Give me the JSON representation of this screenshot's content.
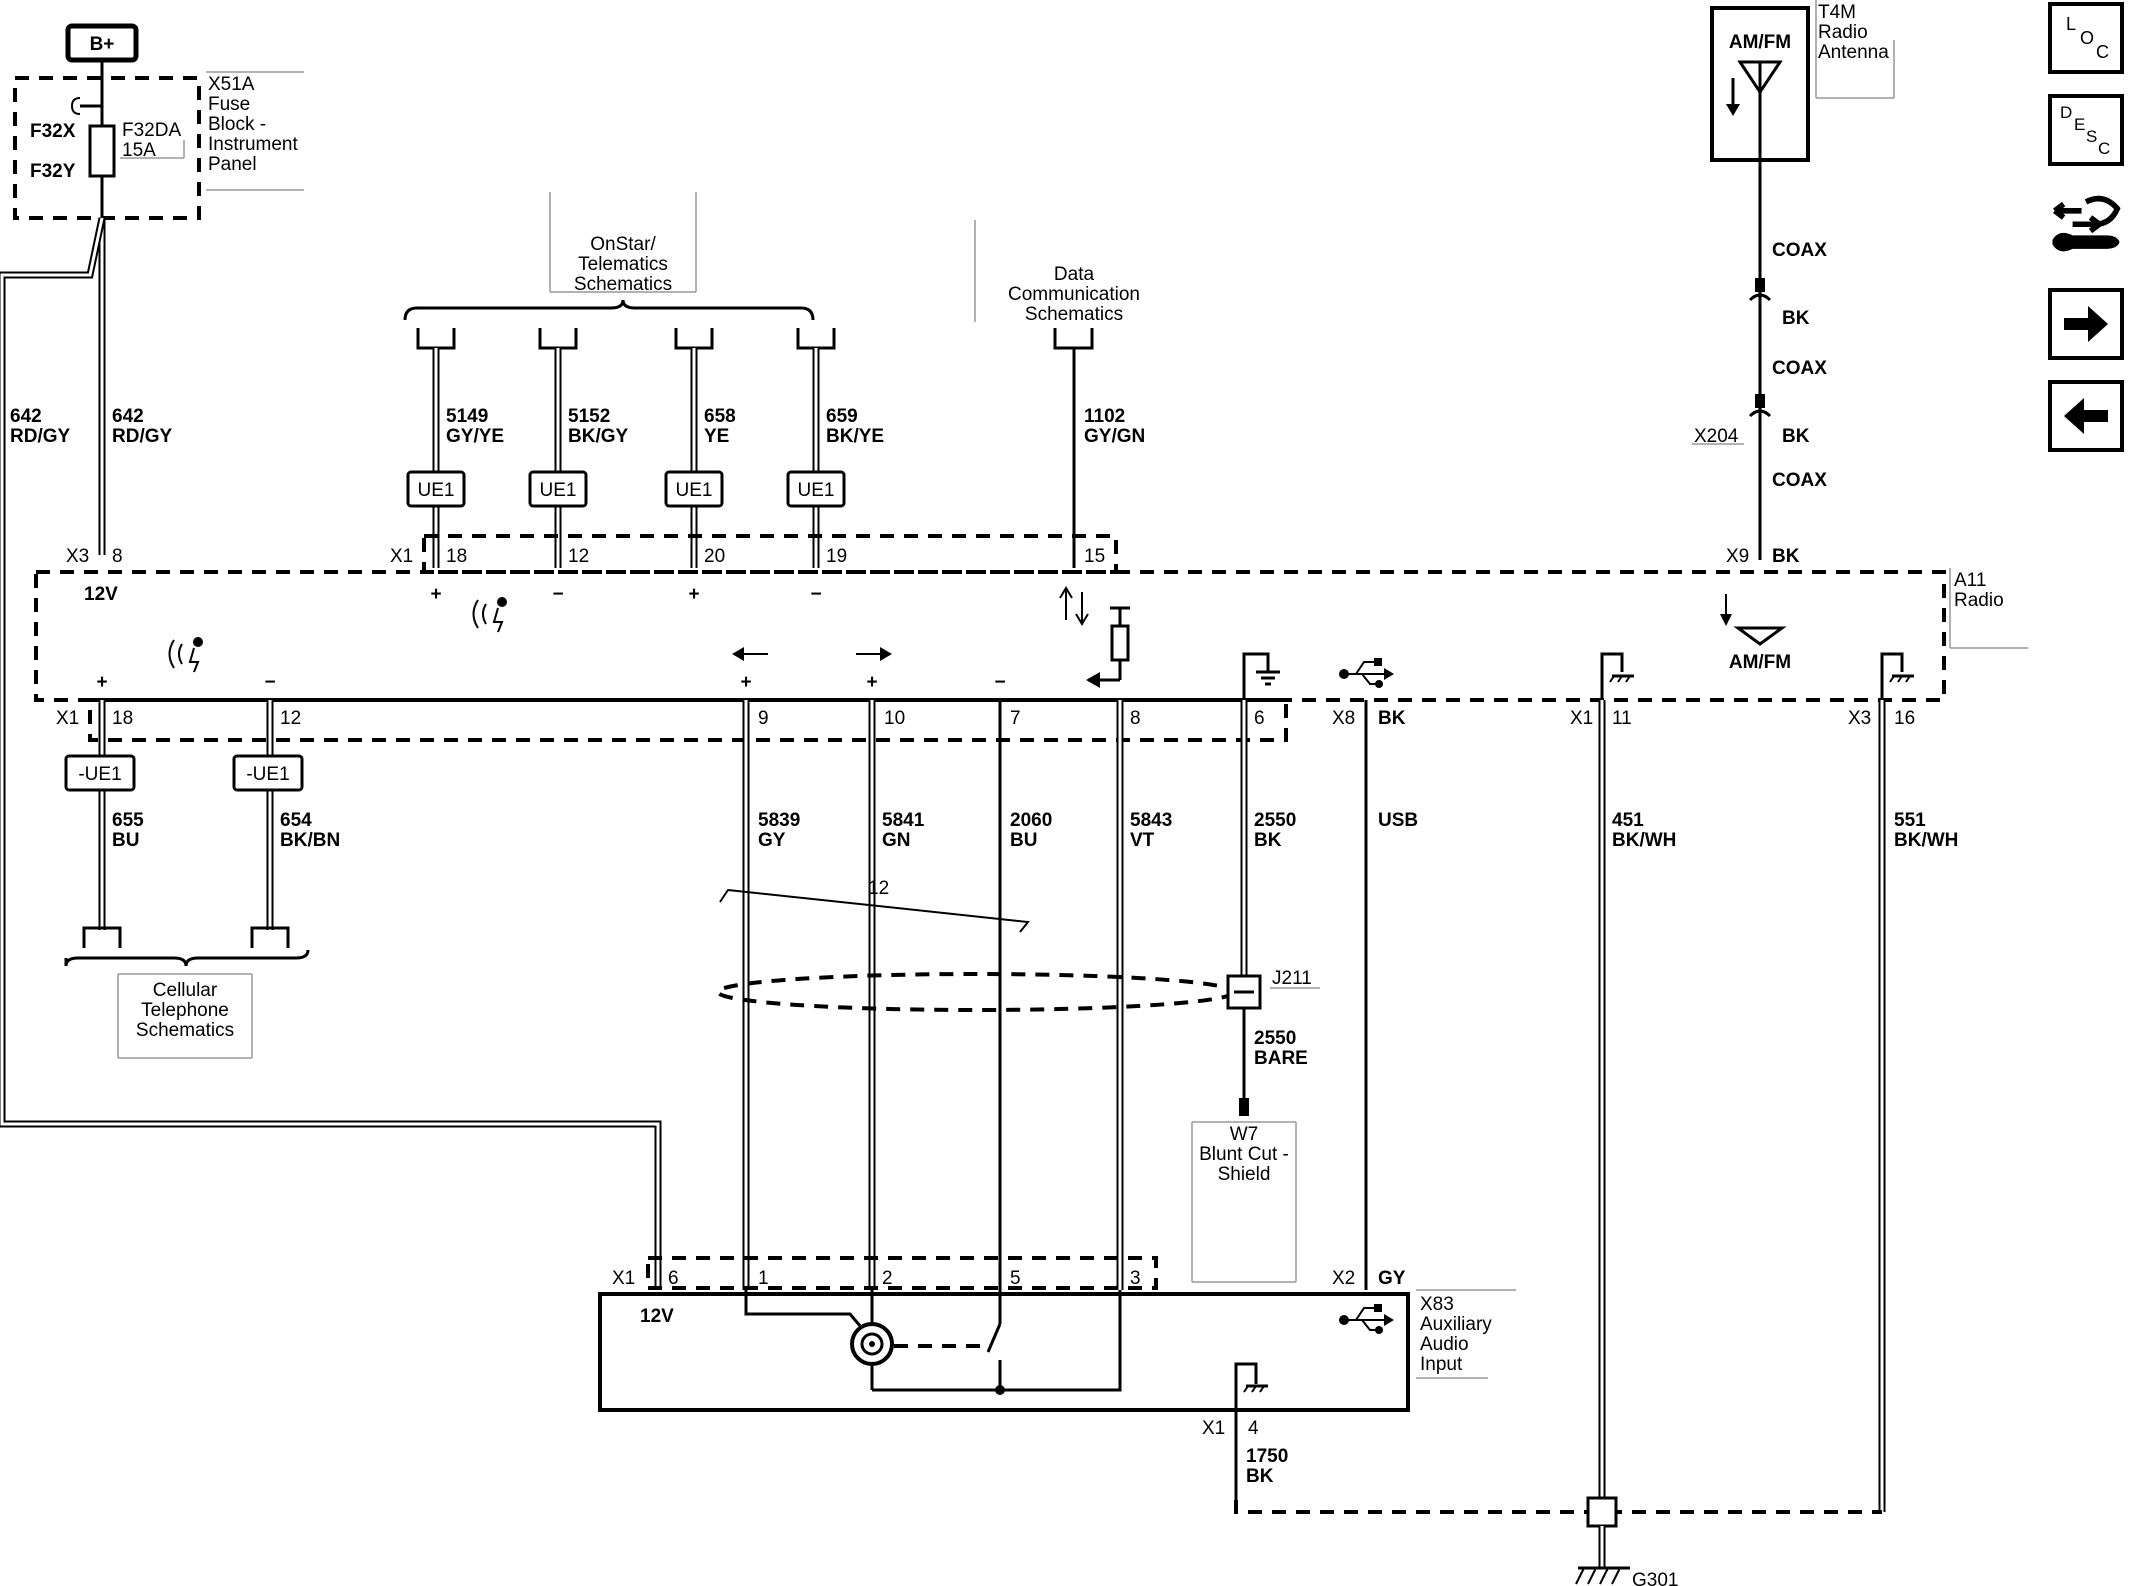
{
  "nav": {
    "loc_letters": [
      "L",
      "O",
      "C"
    ],
    "desc_letters": [
      "D",
      "E",
      "S",
      "C"
    ]
  },
  "power": {
    "label": "B+"
  },
  "fuse_block": {
    "fuses": [
      "F32X",
      "F32Y"
    ],
    "fuse_id": "F32DA",
    "rating": "15A",
    "id": "X51A",
    "name_lines": [
      "Fuse",
      "Block -",
      "Instrument",
      "Panel"
    ]
  },
  "antenna": {
    "box_label": "AM/FM",
    "id": "T4M",
    "name_lines": [
      "Radio",
      "Antenna"
    ],
    "coax1": "COAX",
    "bk1": "BK",
    "coax2": "COAX",
    "connector": "X204",
    "bk2": "BK",
    "coax3": "COAX"
  },
  "refs": {
    "onstar_lines": [
      "OnStar/",
      "Telematics",
      "Schematics"
    ],
    "datacomm_lines": [
      "Data",
      "Communication",
      "Schematics"
    ],
    "cellular_lines": [
      "Cellular",
      "Telephone",
      "Schematics"
    ]
  },
  "upper_wires": {
    "w642a_num": "642",
    "w642a_color": "RD/GY",
    "w642b_num": "642",
    "w642b_color": "RD/GY",
    "w5149_num": "5149",
    "w5149_color": "GY/YE",
    "w5152_num": "5152",
    "w5152_color": "BK/GY",
    "w658_num": "658",
    "w658_color": "YE",
    "w659_num": "659",
    "w659_color": "BK/YE",
    "w1102_num": "1102",
    "w1102_color": "GY/GN"
  },
  "ue1": {
    "label": "UE1",
    "neg_label": "-UE1"
  },
  "radio": {
    "id": "A11",
    "name": "Radio",
    "x3": "X3",
    "pin8": "8",
    "v12": "12V",
    "x1": "X1",
    "p18": "18",
    "p12": "12",
    "p20": "20",
    "p19": "19",
    "p15": "15",
    "x9": "X9",
    "x9_bk": "BK",
    "amfm": "AM/FM",
    "plus": "+",
    "minus": "−",
    "x1b": "X1",
    "b18": "18",
    "b12": "12",
    "b9": "9",
    "b10": "10",
    "b7": "7",
    "b8": "8",
    "b6": "6",
    "x8": "X8",
    "x8_bk": "BK",
    "x1c": "X1",
    "b11": "11",
    "x3b": "X3",
    "b16": "16"
  },
  "lower_wires": {
    "w655_num": "655",
    "w655_color": "BU",
    "w654_num": "654",
    "w654_color": "BK/BN",
    "w5839_num": "5839",
    "w5839_color": "GY",
    "w5841_num": "5841",
    "w5841_color": "GN",
    "w2060_num": "2060",
    "w2060_color": "BU",
    "w5843_num": "5843",
    "w5843_color": "VT",
    "w2550_num": "2550",
    "w2550_color": "BK",
    "usb": "USB",
    "w451_num": "451",
    "w451_color": "BK/WH",
    "w551_num": "551",
    "w551_color": "BK/WH",
    "twist": "12",
    "splice": "J211",
    "w2550b_num": "2550",
    "w2550b_color": "BARE",
    "w1750_num": "1750",
    "w1750_color": "BK"
  },
  "shield": {
    "id": "W7",
    "lines": [
      "Blunt Cut -",
      "Shield"
    ]
  },
  "aux": {
    "id": "X83",
    "name_lines": [
      "Auxiliary",
      "Audio",
      "Input"
    ],
    "x1": "X1",
    "p6": "6",
    "p1": "1",
    "p2": "2",
    "p5": "5",
    "p3": "3",
    "x2": "X2",
    "x2_gy": "GY",
    "v12": "12V",
    "x1b": "X1",
    "p4": "4"
  },
  "ground": {
    "id": "G301"
  }
}
